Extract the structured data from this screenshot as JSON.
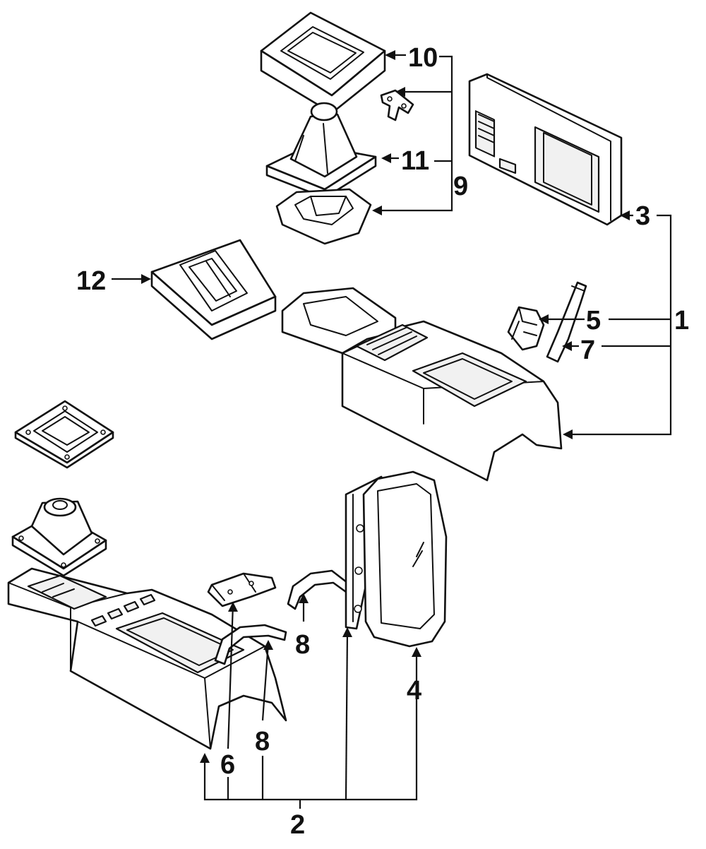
{
  "diagram": {
    "callouts": {
      "c1": "1",
      "c2": "2",
      "c3": "3",
      "c4": "4",
      "c5": "5",
      "c6": "6",
      "c7": "7",
      "c8a": "8",
      "c8b": "8",
      "c9": "9",
      "c10": "10",
      "c11": "11",
      "c12": "12"
    }
  }
}
